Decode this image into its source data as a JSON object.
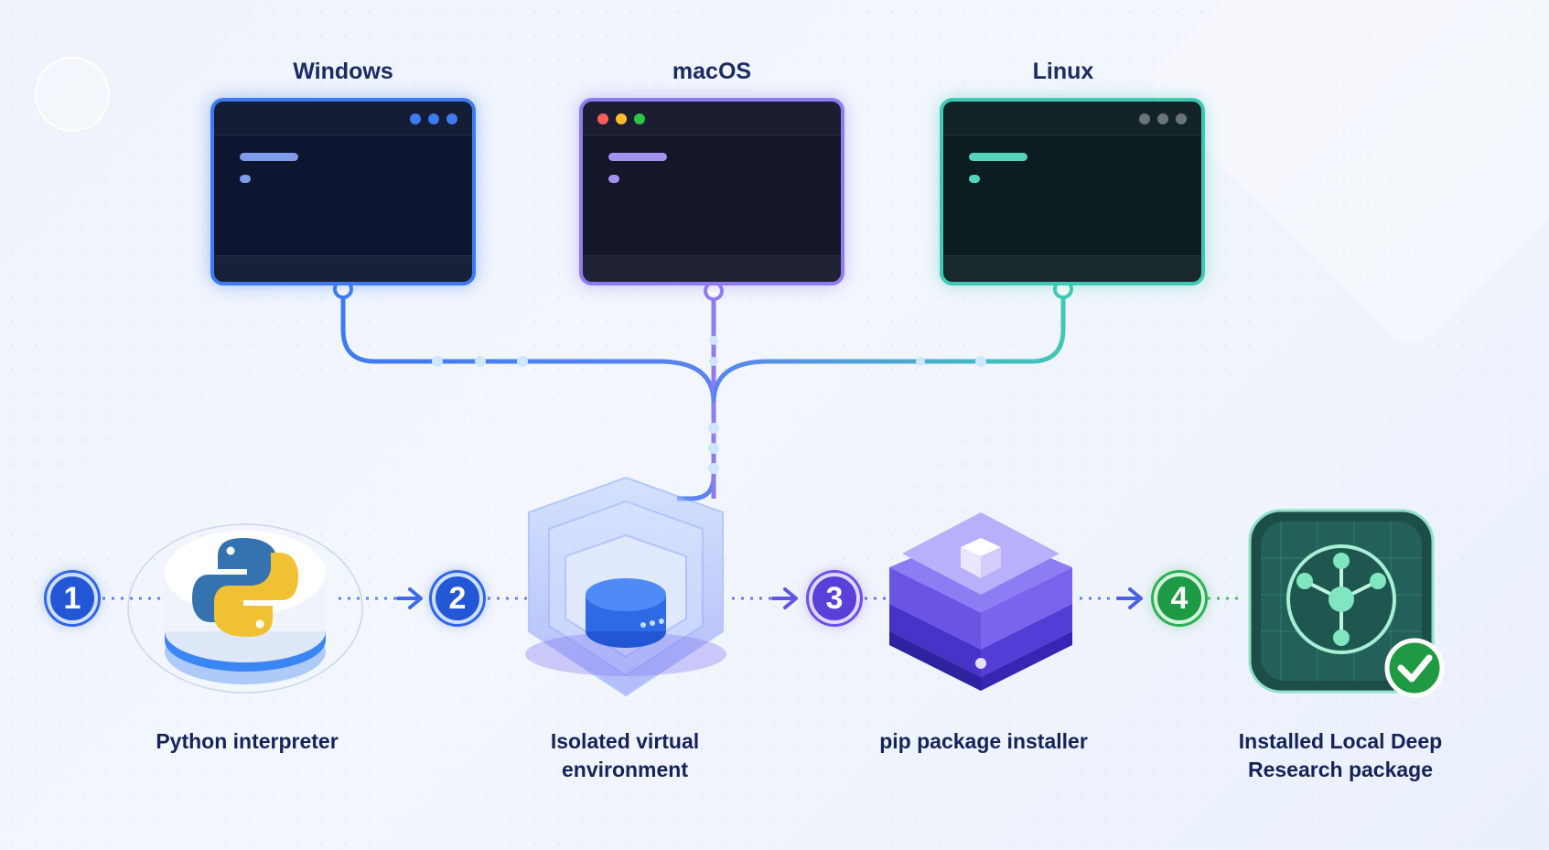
{
  "platforms": [
    {
      "label": "Windows",
      "accent": "#3f7bf0"
    },
    {
      "label": "macOS",
      "accent": "#8f7cf2"
    },
    {
      "label": "Linux",
      "accent": "#3fc9b4"
    }
  ],
  "steps": [
    {
      "number": "1",
      "caption": "Python interpreter",
      "icon": "python-logo-icon"
    },
    {
      "number": "2",
      "caption": "Isolated virtual environment",
      "icon": "virtual-env-cube-icon"
    },
    {
      "number": "3",
      "caption": "pip package installer",
      "icon": "package-stack-icon"
    },
    {
      "number": "4",
      "caption": "Installed Local Deep Research package",
      "icon": "network-check-icon"
    }
  ],
  "colors": {
    "blue": "#2f66e8",
    "purple": "#6c4fe8",
    "green": "#2bb153",
    "navy": "#15235a"
  }
}
